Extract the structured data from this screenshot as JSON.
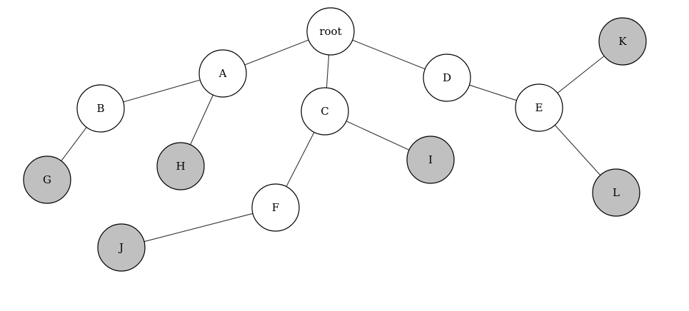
{
  "colors": {
    "internal_fill": "#ffffff",
    "leaf_fill": "#c0c0c0",
    "stroke": "#000000"
  },
  "nodes": [
    {
      "id": "root",
      "label": "root",
      "leaf": false
    },
    {
      "id": "A",
      "label": "A",
      "leaf": false
    },
    {
      "id": "B",
      "label": "B",
      "leaf": false
    },
    {
      "id": "C",
      "label": "C",
      "leaf": false
    },
    {
      "id": "D",
      "label": "D",
      "leaf": false
    },
    {
      "id": "E",
      "label": "E",
      "leaf": false
    },
    {
      "id": "F",
      "label": "F",
      "leaf": false
    },
    {
      "id": "G",
      "label": "G",
      "leaf": true
    },
    {
      "id": "H",
      "label": "H",
      "leaf": true
    },
    {
      "id": "I",
      "label": "I",
      "leaf": true
    },
    {
      "id": "J",
      "label": "J",
      "leaf": true
    },
    {
      "id": "K",
      "label": "K",
      "leaf": true
    },
    {
      "id": "L",
      "label": "L",
      "leaf": true
    }
  ],
  "edges": [
    {
      "from": "root",
      "to": "A"
    },
    {
      "from": "root",
      "to": "C"
    },
    {
      "from": "root",
      "to": "D"
    },
    {
      "from": "A",
      "to": "B"
    },
    {
      "from": "A",
      "to": "H"
    },
    {
      "from": "B",
      "to": "G"
    },
    {
      "from": "C",
      "to": "F"
    },
    {
      "from": "C",
      "to": "I"
    },
    {
      "from": "D",
      "to": "E"
    },
    {
      "from": "E",
      "to": "K"
    },
    {
      "from": "E",
      "to": "L"
    },
    {
      "from": "F",
      "to": "J"
    }
  ]
}
